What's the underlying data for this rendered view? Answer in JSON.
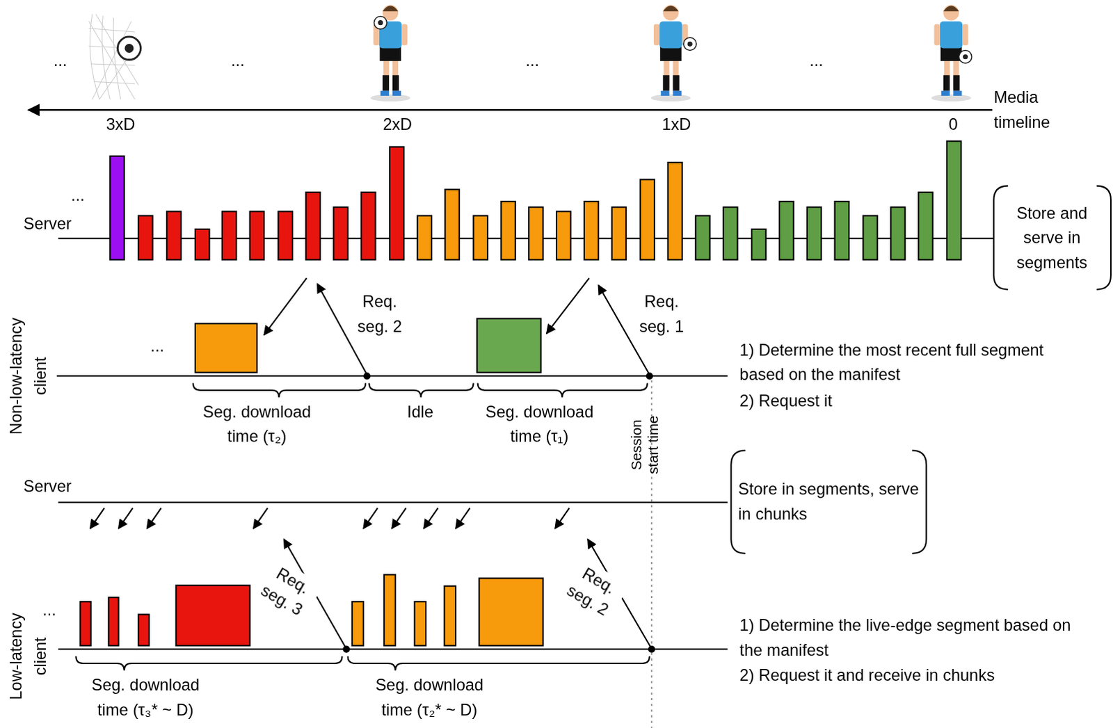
{
  "diagram": {
    "labels": [
      "...",
      "...",
      "...",
      "...",
      "Media timeline",
      "3xD",
      "2xD",
      "1xD",
      "0",
      "...",
      "Server",
      "Store and serve in segments",
      "Req. seg. 2",
      "Req. seg. 1",
      "Non-low-latency client",
      "...",
      "1) Determine the most recent full segment based on the manifest",
      "2) Request it",
      "Seg. download time (τ₂)",
      "Idle",
      "Seg. download time (τ₁)",
      "Session start time",
      "Server",
      "Store in segments, serve in chunks",
      "Req. seg. 3",
      "Req. seg. 2",
      "Low-latency client",
      "...",
      "1) Determine the live-edge segment based on the manifest",
      "2) Request it and receive in chunks",
      "Seg. download time (τ₃* ~ D)",
      "Seg. download time (τ₂* ~ D)"
    ]
  }
}
